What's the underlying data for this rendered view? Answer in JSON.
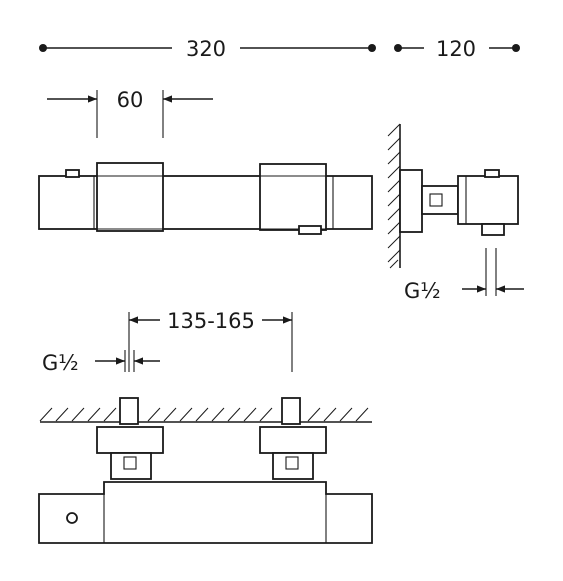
{
  "dimensions": {
    "overall_length": "320",
    "depth": "120",
    "handle_width": "60",
    "center_distance": "135-165",
    "thread_side": "G½",
    "thread_bottom": "G½"
  },
  "colors": {
    "line": "#1a1a1a",
    "background": "#ffffff"
  }
}
